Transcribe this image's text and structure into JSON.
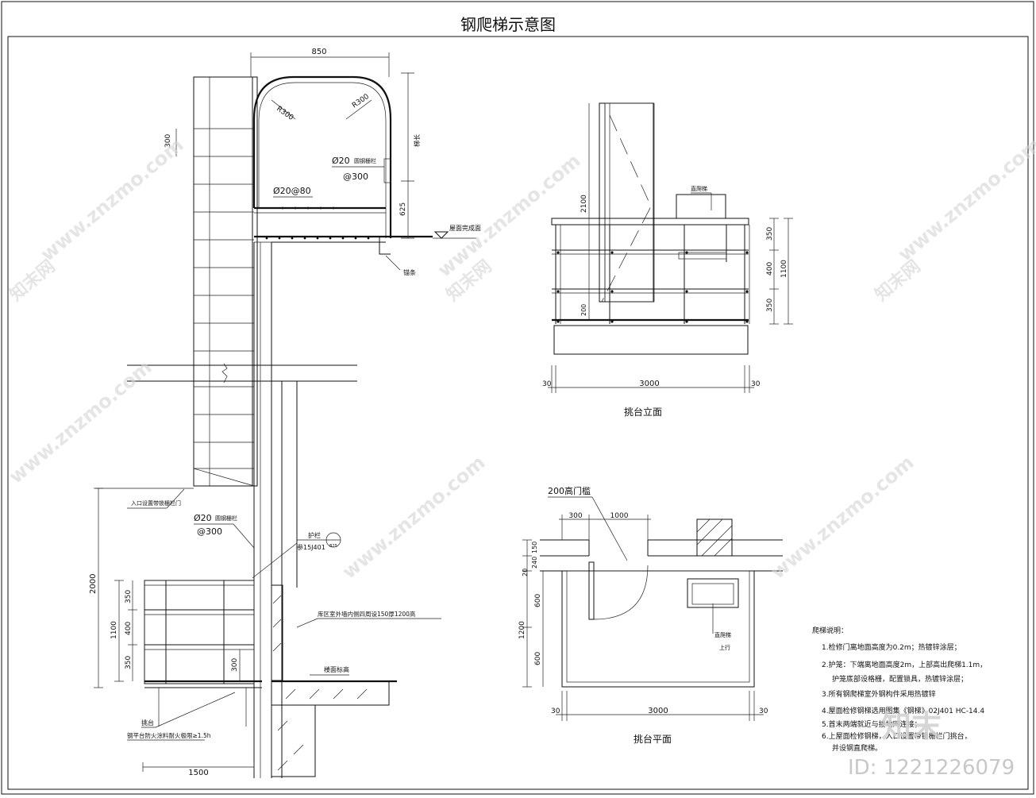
{
  "title": "钢爬梯示意图",
  "left": {
    "dim_top": "850",
    "r_left": "R300",
    "r_right": "R300",
    "dim_300": "300",
    "rod1": "Ø20",
    "rod1_note": "圆钢栅栏",
    "rod1_spacing": "@300",
    "rod2": "Ø20@80",
    "dim_625": "625",
    "dim_top_side": "梯长",
    "roof_label": "屋面完成面",
    "anchor_label": "锚条",
    "entrance_note": "入口设置带锁栅栏门",
    "rod3": "Ø20",
    "rod3_note": "圆钢栅栏",
    "rod3_spacing": "@300",
    "guard": "护栏",
    "guard_ref": "参15J401",
    "guard_circle": "B25",
    "dim_2000": "2000",
    "dim_1100": "1100",
    "dim_350a": "350",
    "dim_400": "400",
    "dim_350b": "350",
    "dim_300b": "300",
    "wall_note": "库区室外墙内侧四周设150厚1200高",
    "floor_label": "楼面标高",
    "platform_label": "挑台",
    "fire_note": "钢平台防火涂料耐火极限≥1.5h",
    "dim_1500": "1500"
  },
  "elevation": {
    "caption": "挑台立面",
    "dim_2100": "2100",
    "ladder_label": "直爬梯",
    "dim_200": "200",
    "dim_350a": "350",
    "dim_400": "400",
    "dim_350b": "350",
    "dim_1100": "1100",
    "dim_3000": "3000",
    "dim_30a": "30",
    "dim_30b": "30"
  },
  "plan": {
    "caption": "挑台平面",
    "door_label": "200高门槛",
    "dim_300": "300",
    "dim_1000": "1000",
    "dim_150": "150",
    "dim_240": "240",
    "dim_20": "20",
    "dim_600a": "600",
    "dim_1200": "1200",
    "dim_600b": "600",
    "ladder_label": "直爬梯",
    "up_label": "上行",
    "dim_3000": "3000",
    "dim_30a": "30",
    "dim_30b": "30"
  },
  "notes": {
    "heading": "爬梯说明：",
    "items": [
      "1.检修门离地面高度为0.2m；热镀锌涂层；",
      "2.护笼：下端离地面高度2m，上部高出爬梯1.1m，",
      "护笼底部设格栅，配置锁具，热镀锌涂层；",
      "3.所有钢爬梯室外钢构件采用热镀锌",
      "4.屋面检修钢梯选用图集《钢梯》02J401 HC-14.4",
      "5.首末两端就近与接地网连接；",
      "6.上屋面检修钢梯，入口设置带锁栅栏门挑台，",
      "并设钢直爬梯。"
    ]
  },
  "watermark": {
    "site": "www.znzmo.com",
    "brand": "知末网",
    "logo": "知末",
    "id": "ID: 1221226079"
  }
}
